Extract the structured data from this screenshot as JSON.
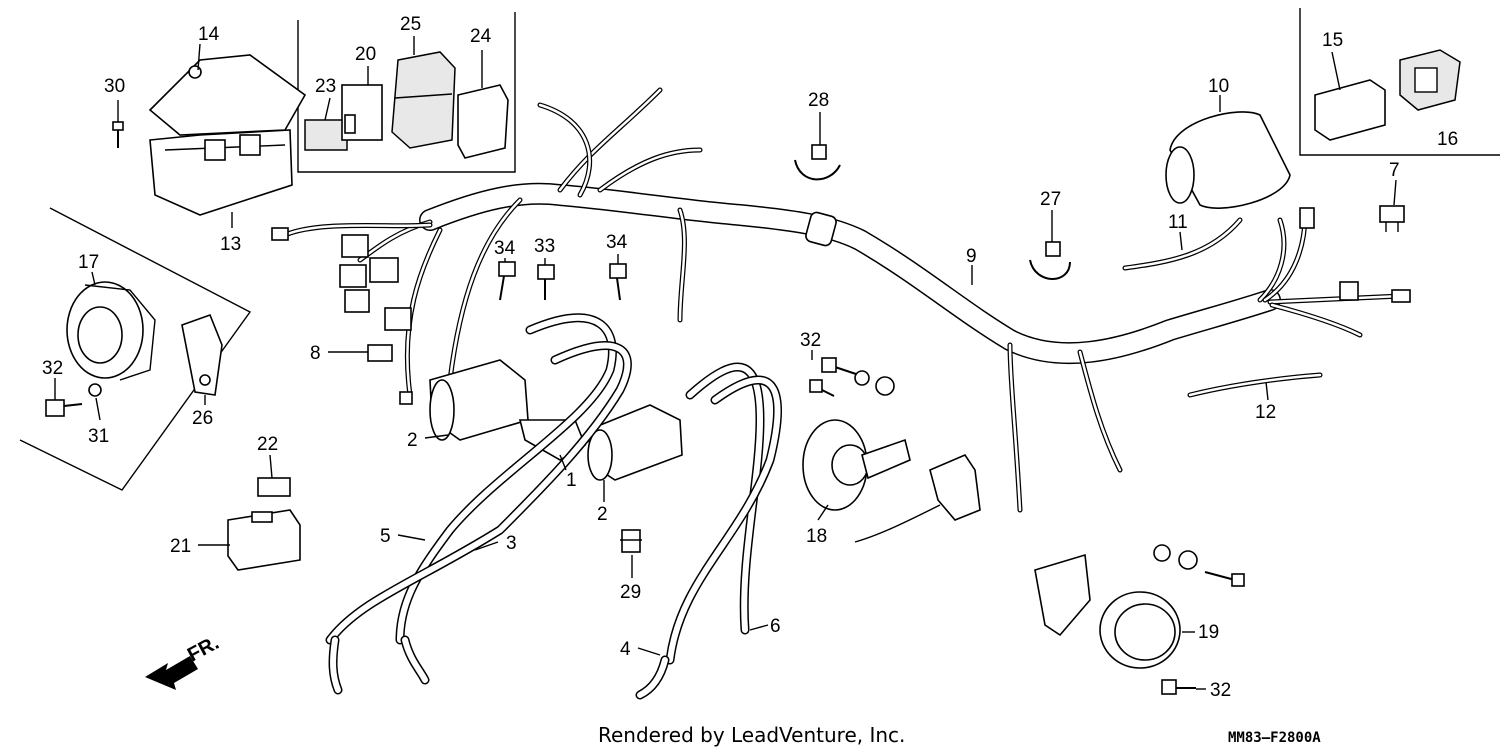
{
  "diagram": {
    "callouts": {
      "c1": "1",
      "c2a": "2",
      "c2b": "2",
      "c3": "3",
      "c4": "4",
      "c5": "5",
      "c6": "6",
      "c7": "7",
      "c8": "8",
      "c9": "9",
      "c10": "10",
      "c11": "11",
      "c12": "12",
      "c13": "13",
      "c14": "14",
      "c15": "15",
      "c16": "16",
      "c17": "17",
      "c18": "18",
      "c19": "19",
      "c20": "20",
      "c21": "21",
      "c22": "22",
      "c23": "23",
      "c24": "24",
      "c25": "25",
      "c26": "26",
      "c27": "27",
      "c28": "28",
      "c29": "29",
      "c30": "30",
      "c31": "31",
      "c32a": "32",
      "c32b": "32",
      "c32c": "32",
      "c33": "33",
      "c34a": "34",
      "c34b": "34"
    },
    "direction_label": "FR.",
    "footer": "Rendered by LeadVenture, Inc.",
    "diagram_code": "MM83–F2800A"
  }
}
